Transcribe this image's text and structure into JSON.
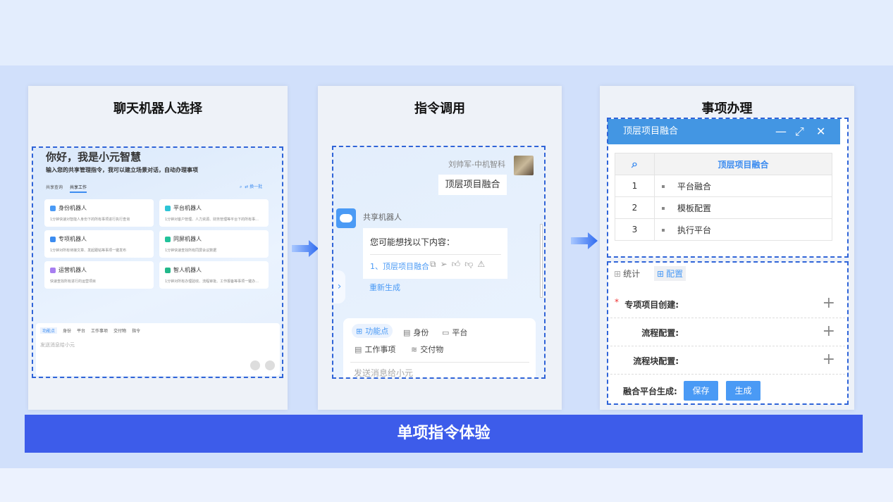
{
  "banner": "单项指令体验",
  "panels": {
    "left": {
      "title": "聊天机器人选择",
      "greeting": "你好，我是小元智慧",
      "subtitle": "输入您的共享管理指令，我可以建立场景对话，自动办理事项",
      "tabs": [
        "共享查询",
        "共享工作"
      ],
      "switch_label": "换一批",
      "cards": [
        {
          "name": "身份机器人",
          "desc": "1分钟快速对智能人身份下的所有事项进行执行查询",
          "color": "#4a9af5"
        },
        {
          "name": "平台机器人",
          "desc": "1分钟对客户管理、人力资源、财务管理等平台下的所有事...",
          "color": "#2ec4d6"
        },
        {
          "name": "专项机器人",
          "desc": "1分钟对所有待接文章、发起跟帖等事项一键发布",
          "color": "#3c8cf0"
        },
        {
          "name": "同屏机器人",
          "desc": "1分钟快速查找所有同屏会议数据",
          "color": "#22c29a"
        },
        {
          "name": "运营机器人",
          "desc": "快速查找所有进行的运营项目",
          "color": "#a77ef0"
        },
        {
          "name": "智人机器人",
          "desc": "1分钟对所有办理验收、流程审批、工作报备等事项一键办...",
          "color": "#22b88a"
        }
      ],
      "toolbar": [
        "功能点",
        "身份",
        "平台",
        "工作事项",
        "交付物",
        "指令"
      ],
      "placeholder": "发送消息给小元"
    },
    "middle": {
      "title": "指令调用",
      "user_name": "刘帅军-中机智科",
      "user_message": "顶层项目融合",
      "bot_name": "共享机器人",
      "bot_question": "您可能想找以下内容：",
      "bot_link": "1、顶层项目融合",
      "regenerate": "重新生成",
      "toolbar": [
        "功能点",
        "身份",
        "平台",
        "工作事项",
        "交付物"
      ],
      "placeholder": "发送消息给小元"
    },
    "right": {
      "title": "事项办理",
      "window_title": "顶层项目融合",
      "table_header": "顶层项目融合",
      "rows": [
        {
          "no": "1",
          "item": "平台融合"
        },
        {
          "no": "2",
          "item": "模板配置"
        },
        {
          "no": "3",
          "item": "执行平台"
        }
      ],
      "tabs": [
        "统计",
        "配置"
      ],
      "fields": [
        "专项项目创建:",
        "流程配置:",
        "流程块配置:"
      ],
      "final_label": "融合平台生成:",
      "save": "保存",
      "generate": "生成",
      "accent": "#4396e3"
    }
  }
}
